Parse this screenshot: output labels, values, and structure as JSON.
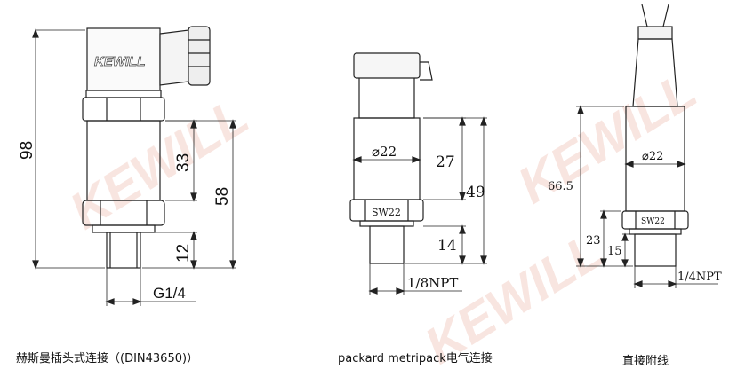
{
  "diagram": {
    "brand": "KEWILL",
    "watermark": "KEWILL",
    "colors": {
      "stroke": "#222222",
      "watermark": "#f1c9c0"
    },
    "din": {
      "caption": "赫斯曼插头式连接（(DIN43650)）",
      "dims": {
        "total": "98",
        "body": "33",
        "overall": "58",
        "thread_len": "12",
        "thread": "G1/4"
      }
    },
    "packard": {
      "caption": "packard metripack电气连接",
      "dims": {
        "dia": "⌀22",
        "body": "27",
        "overall": "49",
        "thread_len": "14",
        "hex": "SW22",
        "thread": "1/8NPT"
      }
    },
    "direct": {
      "caption": "直接附线",
      "dims": {
        "dia": "⌀22",
        "overall": "66.5",
        "d23": "23",
        "d15": "15",
        "hex": "SW22",
        "thread": "1/4NPT"
      }
    }
  }
}
